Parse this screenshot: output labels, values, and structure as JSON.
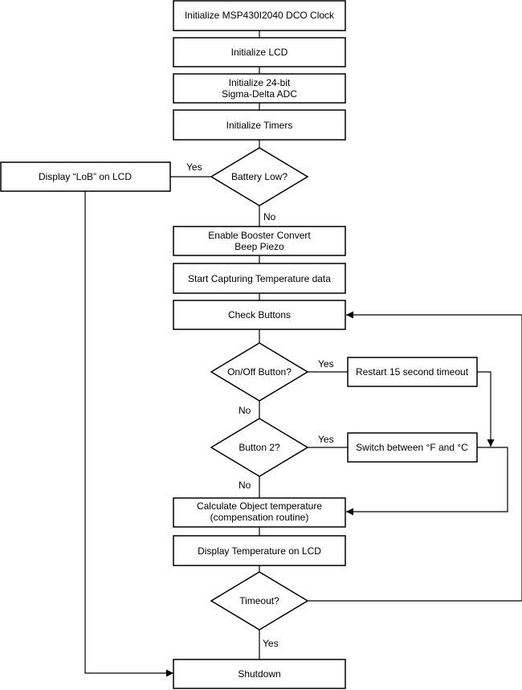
{
  "diagram": {
    "process": {
      "init_clock": "Initialize MSP430I2040 DCO Clock",
      "init_lcd": "Initialize LCD",
      "init_adc_line1": "Initialize 24-bit",
      "init_adc_line2": "Sigma-Delta ADC",
      "init_timers": "Initialize Timers",
      "display_lob": "Display “LoB” on LCD",
      "enable_booster_line1": "Enable Booster Convert",
      "enable_booster_line2": "Beep  Piezo",
      "start_capture": "Start Capturing Temperature data",
      "check_buttons": "Check Buttons",
      "restart_timeout": "Restart 15 second timeout",
      "switch_units": "Switch between °F and °C",
      "calc_line1": "Calculate Object temperature",
      "calc_line2": "(compensation routine)",
      "display_temp": "Display Temperature on LCD",
      "shutdown": "Shutdown"
    },
    "decisions": {
      "battery_low": "Battery Low?",
      "onoff_button": "On/Off Button?",
      "button2": "Button 2?",
      "timeout": "Timeout?"
    },
    "edge_labels": {
      "battery_yes": "Yes",
      "battery_no": "No",
      "onoff_yes": "Yes",
      "onoff_no": "No",
      "button2_yes": "Yes",
      "button2_no": "No",
      "timeout_yes": "Yes"
    }
  }
}
